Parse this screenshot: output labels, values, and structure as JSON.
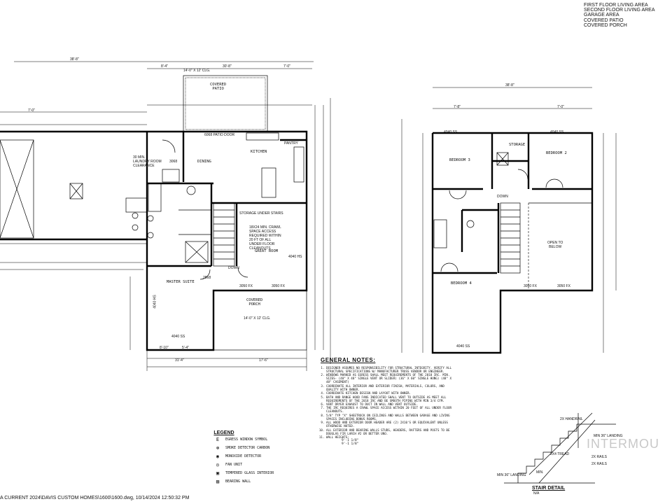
{
  "summary": [
    "FIRST FLOOR LIVING AREA",
    "SECOND FLOOR LIVING AREA",
    "GARAGE AREA",
    "COVERED PATIO",
    "COVERED PORCH"
  ],
  "first_floor": {
    "covered_patio": "COVERED\nPATIO",
    "patio_dims": "14'-0\" X 12' CLG.",
    "patio_door": "6068 PATIO DOOR",
    "dining": "DINING",
    "kitchen": "KITCHEN",
    "pantry": "PANTRY",
    "storage_under_stairs": "STORAGE UNDER STAIRS",
    "crawl_note": "18X24 MIN. CRAWL SPACE ACCESS REQUIRED WITHIN 20 FT OF ALL UNDER FLOOR CLEANOUTS",
    "great_room": "GREAT ROOM",
    "master_suite": "MASTER SUITE",
    "covered_porch": "COVERED\nPORCH",
    "porch_dims": "14'-0\" X 12' CLG.",
    "down": "DOWN",
    "laundry_note": "30 MIN. LAUNDRY ROOM CLEARANCE",
    "dims_top": [
      "38'-8\"",
      "30'-8\"",
      "8'-4\"",
      "7'-0\"",
      "7'-0\""
    ],
    "dims_bottom": [
      "31'-4\"",
      "17'-6\"",
      "8'-10\"",
      "5'-4\""
    ],
    "window_labels": [
      "4040 HS",
      "4040 HS",
      "3050 FX",
      "3050 FX",
      "4040 SS",
      "3068",
      "2868"
    ]
  },
  "second_floor": {
    "bedroom3": "BEDROOM 3",
    "bedroom2": "BEDROOM 2",
    "bedroom4": "BEDROOM 4",
    "storage": "STORAGE",
    "open_below": "OPEN TO\nBELOW",
    "down": "DOWN",
    "dims_top": [
      "38'-8\"",
      "7'-8\"",
      "7'-0\""
    ],
    "window_labels": [
      "4040 SS",
      "4040 SS",
      "4040 SS",
      "3050 FX",
      "3050 FX"
    ]
  },
  "general_notes": {
    "title": "GENERAL NOTES:",
    "items": [
      "DESIGNER ASSUMES NO RESPONSIBILITY FOR STRUCTURAL INTEGRITY. VERIFY ALL STRUCTURAL SPECIFICATIONS W/ MANUFACTURER TRUSS VENDOR OR ENGINEER.",
      "WINDOWS MARKED AS EGRESS SHALL MEET REQUIREMENTS OF THE 2018 IRC. MIN. SIZES- (48\" X 48\" SINGLE VENT OR SLIDER) (36\" X 60\" SINGLE HUNG) (48\" X 48\" CASEMENT)",
      "COORDINATE ALL INTERIOR AND EXTERIOR FINISH, MATERIALS, COLORS, AND QUALITY WITH OWNER.",
      "COORDINATE KITCHEN DESIGN AND LAYOUT WITH OWNER.",
      "BATH AND RANGE HOOD FANS INDICATED SHALL VENT TO OUTSIDE AS MEET ALL REQUIREMENTS OF THE 2018 IRC AND BE SMOOTH PIPING WITH MIN 3/4 CFM.",
      "VENT DRYER EXHAUST TO DUCT IN WALL AND VENT OUTSIDE.",
      "THE IRC REQUIRES A CRAWL SPACE ACCESS WITHIN 20 FEET OF ALL UNDER FLOOR CLEANOUTS.",
      "5/8\" TYP \"X\" SHEETROCK ON CEILINGS AND WALLS BETWEEN GARAGE AND LIVING SPACES INCLUDING BONUS ROOMS.",
      "ALL WOOD AND EXTERIOR DOOR HEADER ARE (2) 2X10'S OR EQUIVALENT UNLESS OTHERWISE NOTED.",
      "ALL EXTERIOR AND BEARING WALLS STUDS, HEADERS, RAFTERS AND POSTS TO BE DOUGLAS FIR LARCH #2 OR BETTER UNO.",
      "WALL HEIGHTS:"
    ],
    "wall_heights": [
      "9'-1 1/8\"",
      "9'-1 1/8\""
    ]
  },
  "legend": {
    "title": "LEGEND",
    "items": [
      {
        "symbol": "E",
        "label": "EGRESS WINDOW SYMBOL"
      },
      {
        "symbol": "⊛",
        "label": "SMOKE DETECTOR CARBON"
      },
      {
        "symbol": "◉",
        "label": "MONOXIDE DETECTOR"
      },
      {
        "symbol": "◎",
        "label": "FAN UNIT"
      },
      {
        "symbol": "▣",
        "label": "TEMPERED GLASS INTERIOR"
      },
      {
        "symbol": "▨",
        "label": "BEARING WALL"
      }
    ]
  },
  "stair_detail": {
    "title": "STAIR DETAIL",
    "subtitle": "N/A",
    "notes": [
      "MIN 36\" LANDING",
      "MIN 36\" LANDING",
      "2X HANDRAIL",
      "2X RAILS",
      "2X RAILS",
      "2X4 TREAD",
      "MIN."
    ]
  },
  "footer": "A CURRENT 2024\\DAVIS CUSTOM HOMES\\1600\\1600.dwg, 10/14/2024 12:50:32 PM",
  "watermark": "INTERMOU"
}
